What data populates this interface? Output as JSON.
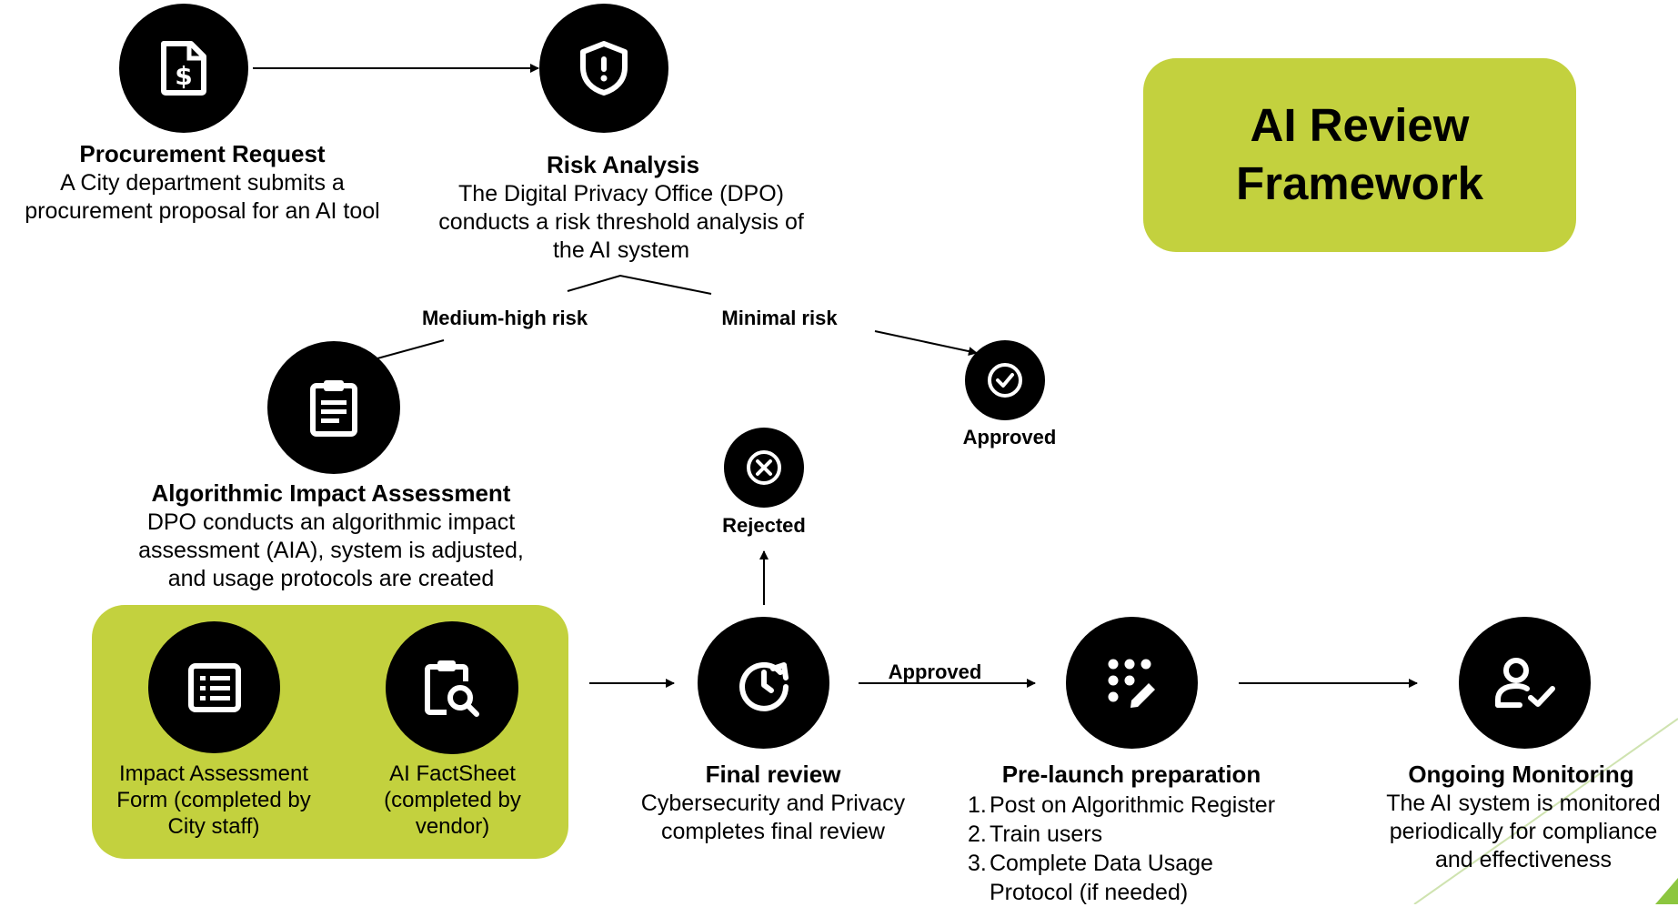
{
  "framework": {
    "title_line1": "AI Review",
    "title_line2": "Framework"
  },
  "procurement": {
    "icon": "invoice-dollar-icon",
    "title": "Procurement Request",
    "desc": "A City department submits a procurement proposal for an AI tool"
  },
  "risk": {
    "icon": "shield-alert-icon",
    "title": "Risk Analysis",
    "desc": "The Digital Privacy Office (DPO) conducts a risk threshold analysis of the AI system"
  },
  "branches": {
    "medium_high": "Medium-high risk",
    "minimal": "Minimal risk"
  },
  "approved_minimal": {
    "icon": "check-circle-icon",
    "label": "Approved"
  },
  "aia": {
    "icon": "clipboard-text-icon",
    "title": "Algorithmic Impact Assessment",
    "desc": "DPO conducts an algorithmic impact assessment (AIA), system is adjusted, and usage protocols are created"
  },
  "impact_form": {
    "icon": "list-form-icon",
    "label": "Impact Assessment Form (completed by City staff)"
  },
  "factsheet": {
    "icon": "clipboard-search-icon",
    "label": "AI FactSheet (completed by vendor)"
  },
  "rejected": {
    "icon": "x-circle-icon",
    "label": "Rejected"
  },
  "final_review": {
    "icon": "clock-refresh-icon",
    "title": "Final review",
    "desc": "Cybersecurity and Privacy completes final review"
  },
  "approved_edge": "Approved",
  "prelaunch": {
    "icon": "dots-pencil-icon",
    "title": "Pre-launch preparation",
    "steps": [
      {
        "num": "1.",
        "text": "Post on Algorithmic Register"
      },
      {
        "num": "2.",
        "text": "Train users"
      },
      {
        "num": "3.",
        "text": "Complete Data Usage Protocol (if needed)"
      }
    ]
  },
  "monitoring": {
    "icon": "user-check-icon",
    "title": "Ongoing Monitoring",
    "desc": "The AI system is monitored periodically for compliance and effectiveness"
  },
  "colors": {
    "accent": "#c3d13e",
    "node": "#000000",
    "corner_accent": "#8cc63f"
  }
}
